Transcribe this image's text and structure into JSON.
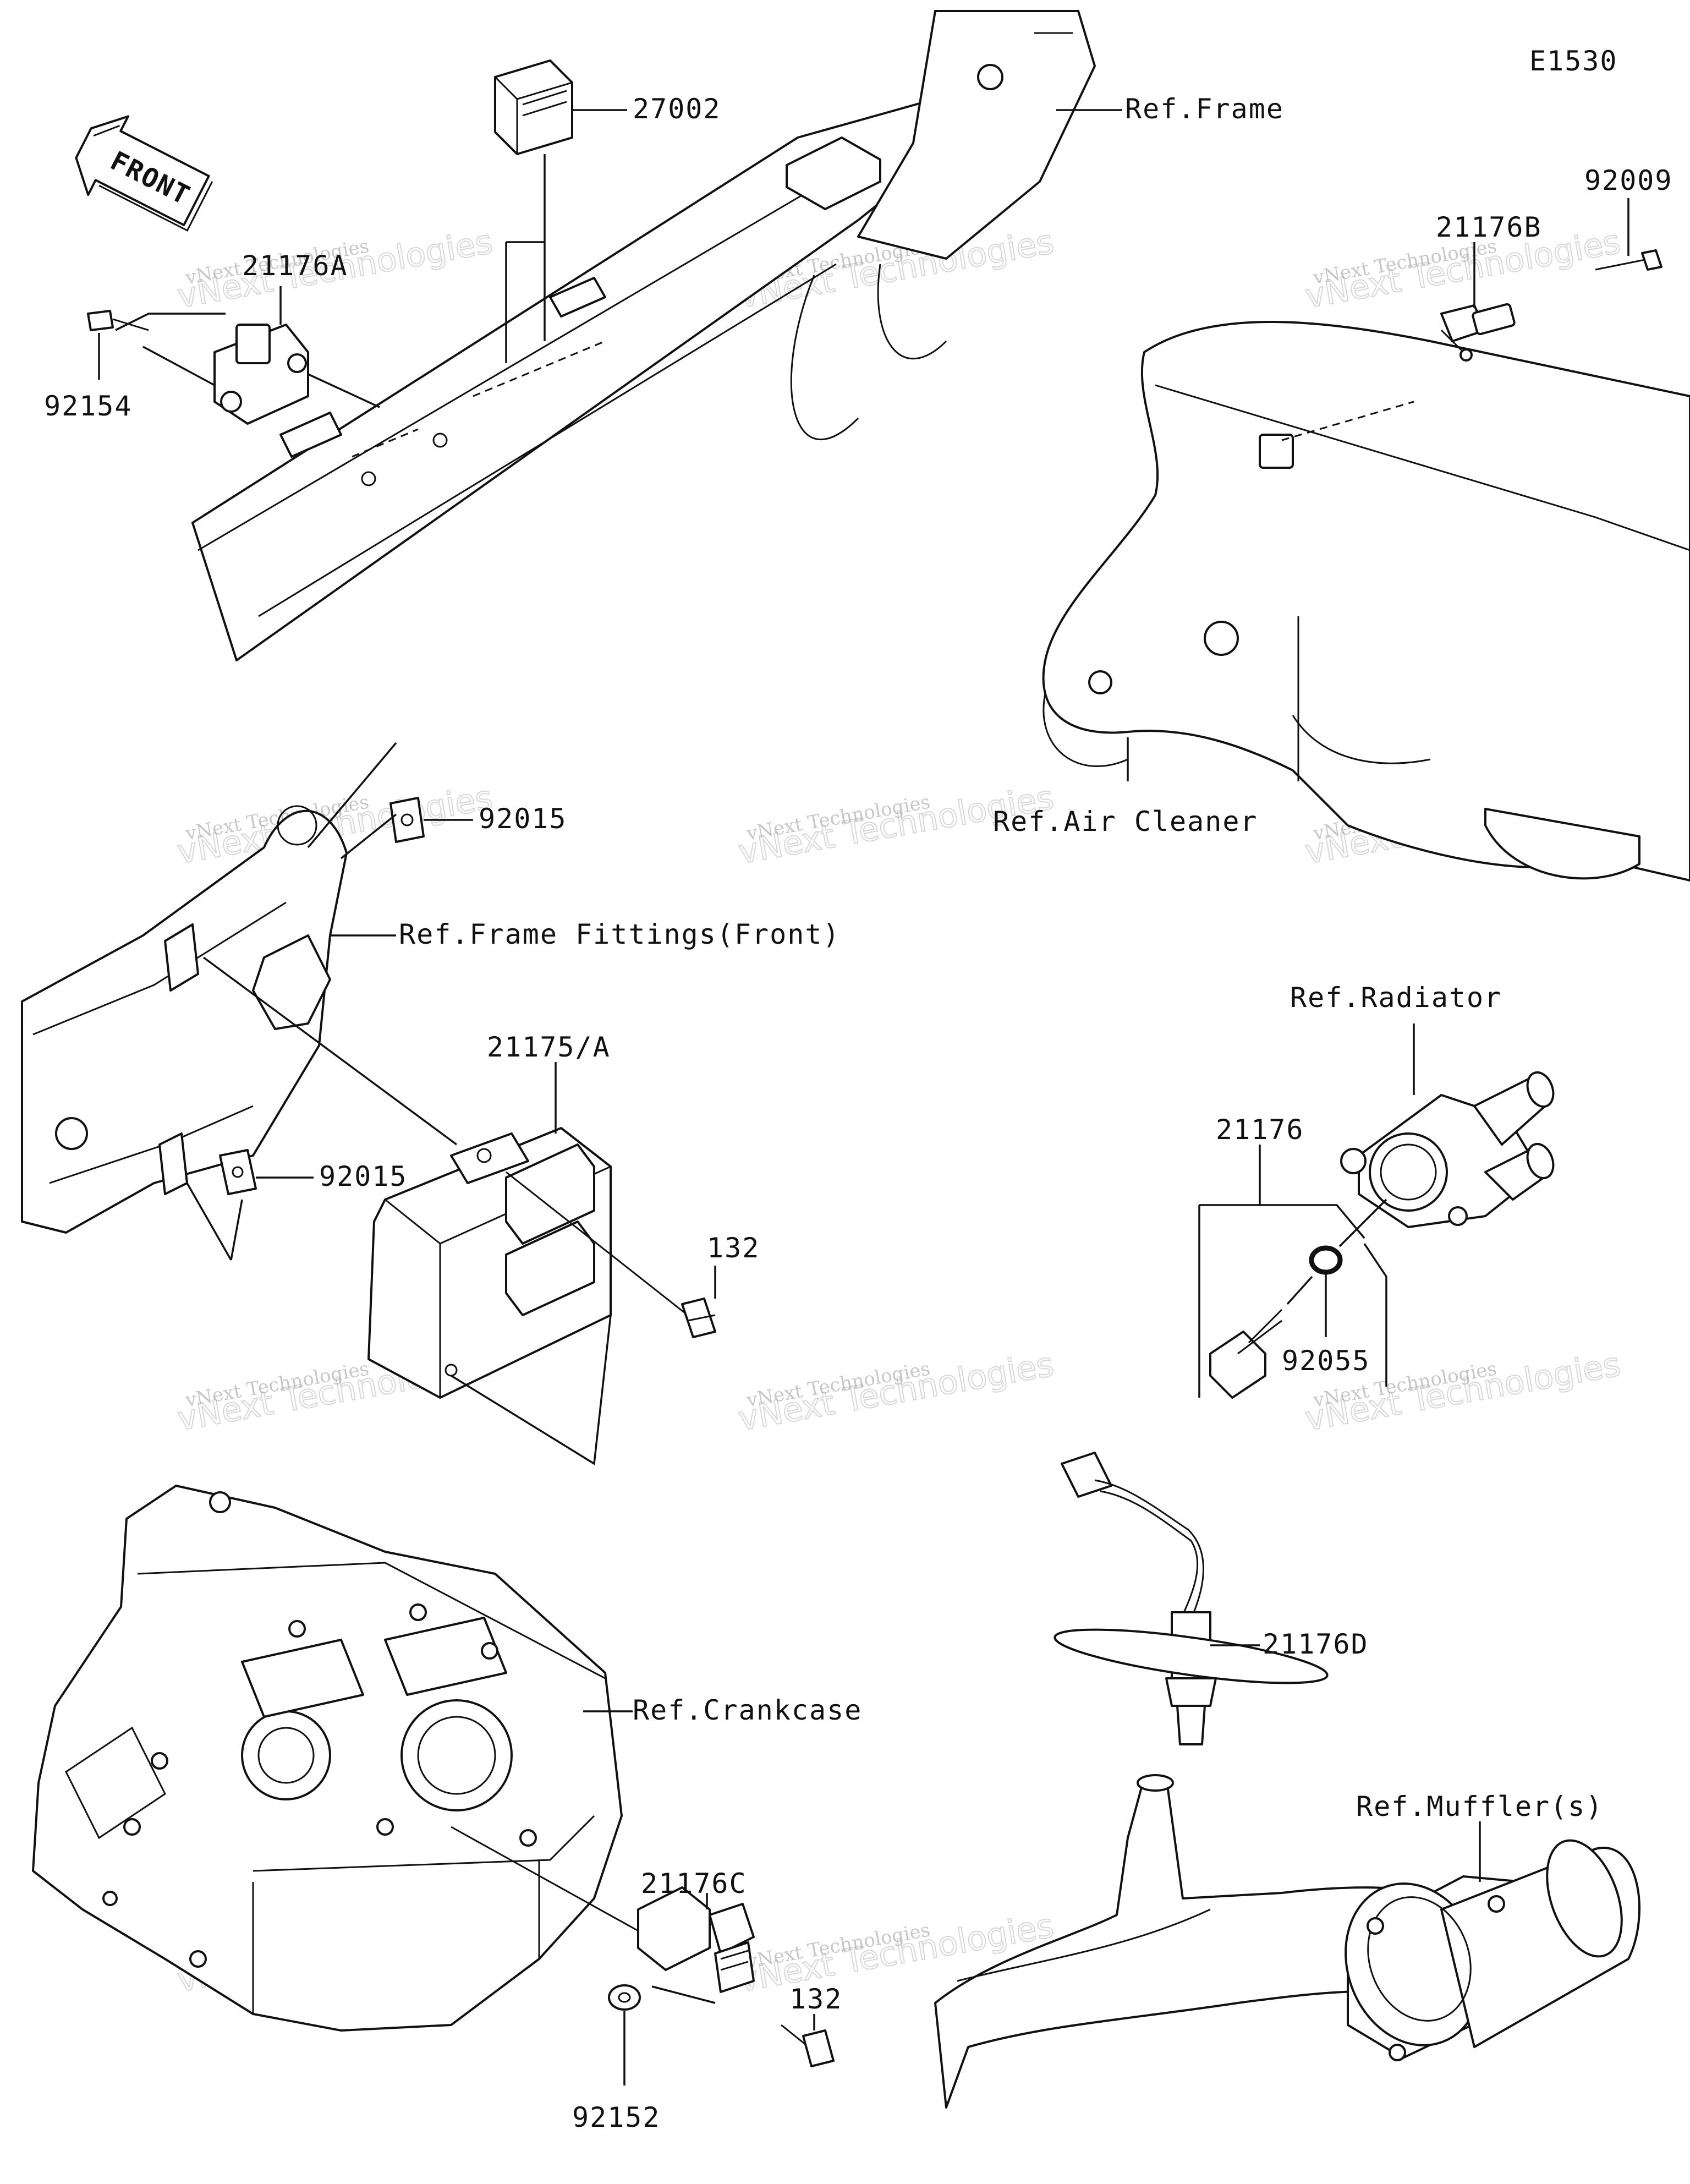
{
  "diagram_code": "E1530",
  "front_arrow": "FRONT",
  "part_labels": {
    "p27002": "27002",
    "ref_frame": "Ref.Frame",
    "p21176A": "21176A",
    "p92154": "92154",
    "p92009": "92009",
    "p21176B": "21176B",
    "ref_air_cleaner": "Ref.Air Cleaner",
    "p92015_top": "92015",
    "ref_frame_fittings": "Ref.Frame Fittings(Front)",
    "p21175A": "21175/A",
    "p92015_bottom": "92015",
    "p132_ecu": "132",
    "ref_radiator": "Ref.Radiator",
    "p21176": "21176",
    "p92055": "92055",
    "ref_crankcase": "Ref.Crankcase",
    "p21176D": "21176D",
    "ref_mufflers": "Ref.Muffler(s)",
    "p21176C": "21176C",
    "p132_sensor": "132",
    "p92152": "92152"
  },
  "watermark": {
    "line1": "vNext Technologies",
    "line2": "vNext Technologies"
  }
}
